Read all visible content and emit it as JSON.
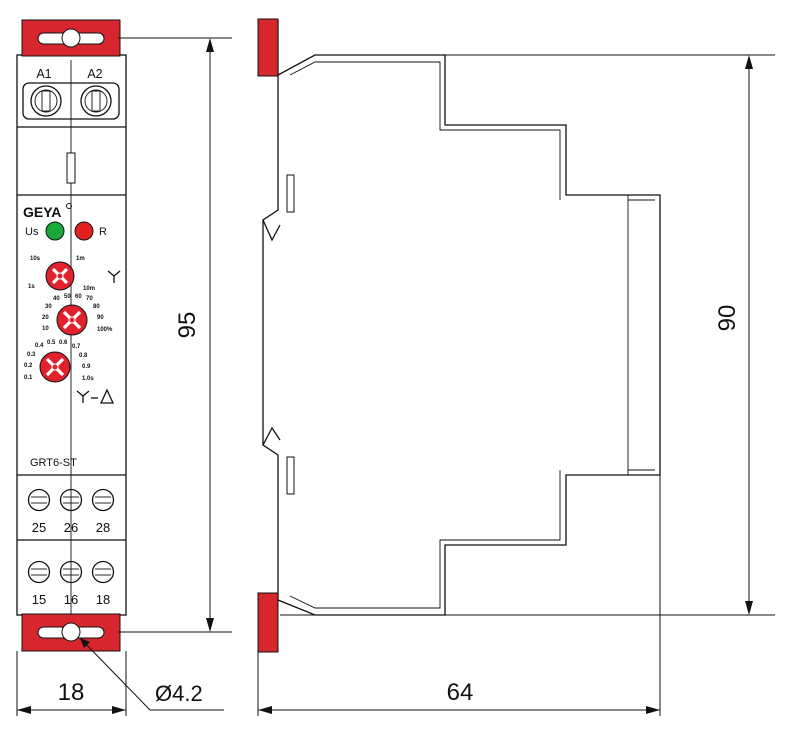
{
  "front": {
    "terminal_top": [
      "A1",
      "A2"
    ],
    "brand": "GEYA",
    "led_us_label": "Us",
    "led_r_label": "R",
    "led_us_color": "#1aa83a",
    "led_r_color": "#e02020",
    "knob_time_labels": [
      "10s",
      "1m",
      "1s",
      "10m"
    ],
    "knob_percent_labels": [
      "40",
      "50",
      "60",
      "70",
      "30",
      "80",
      "20",
      "90",
      "10",
      "100%"
    ],
    "knob_ratio_labels": [
      "0.4",
      "0.5",
      "0.6",
      "0.7",
      "0.3",
      "0.8",
      "0.2",
      "0.9",
      "0.1",
      "1.0s"
    ],
    "model": "GRT6-ST",
    "terminals_upper": [
      "25",
      "26",
      "28"
    ],
    "terminals_lower": [
      "15",
      "16",
      "18"
    ]
  },
  "dimensions": {
    "front_height": "95",
    "front_width": "18",
    "hole_diameter": "Ø4.2",
    "side_depth": "64",
    "side_height": "90"
  },
  "colors": {
    "accent_red": "#d8262f",
    "knob_red": "#e0222e"
  }
}
